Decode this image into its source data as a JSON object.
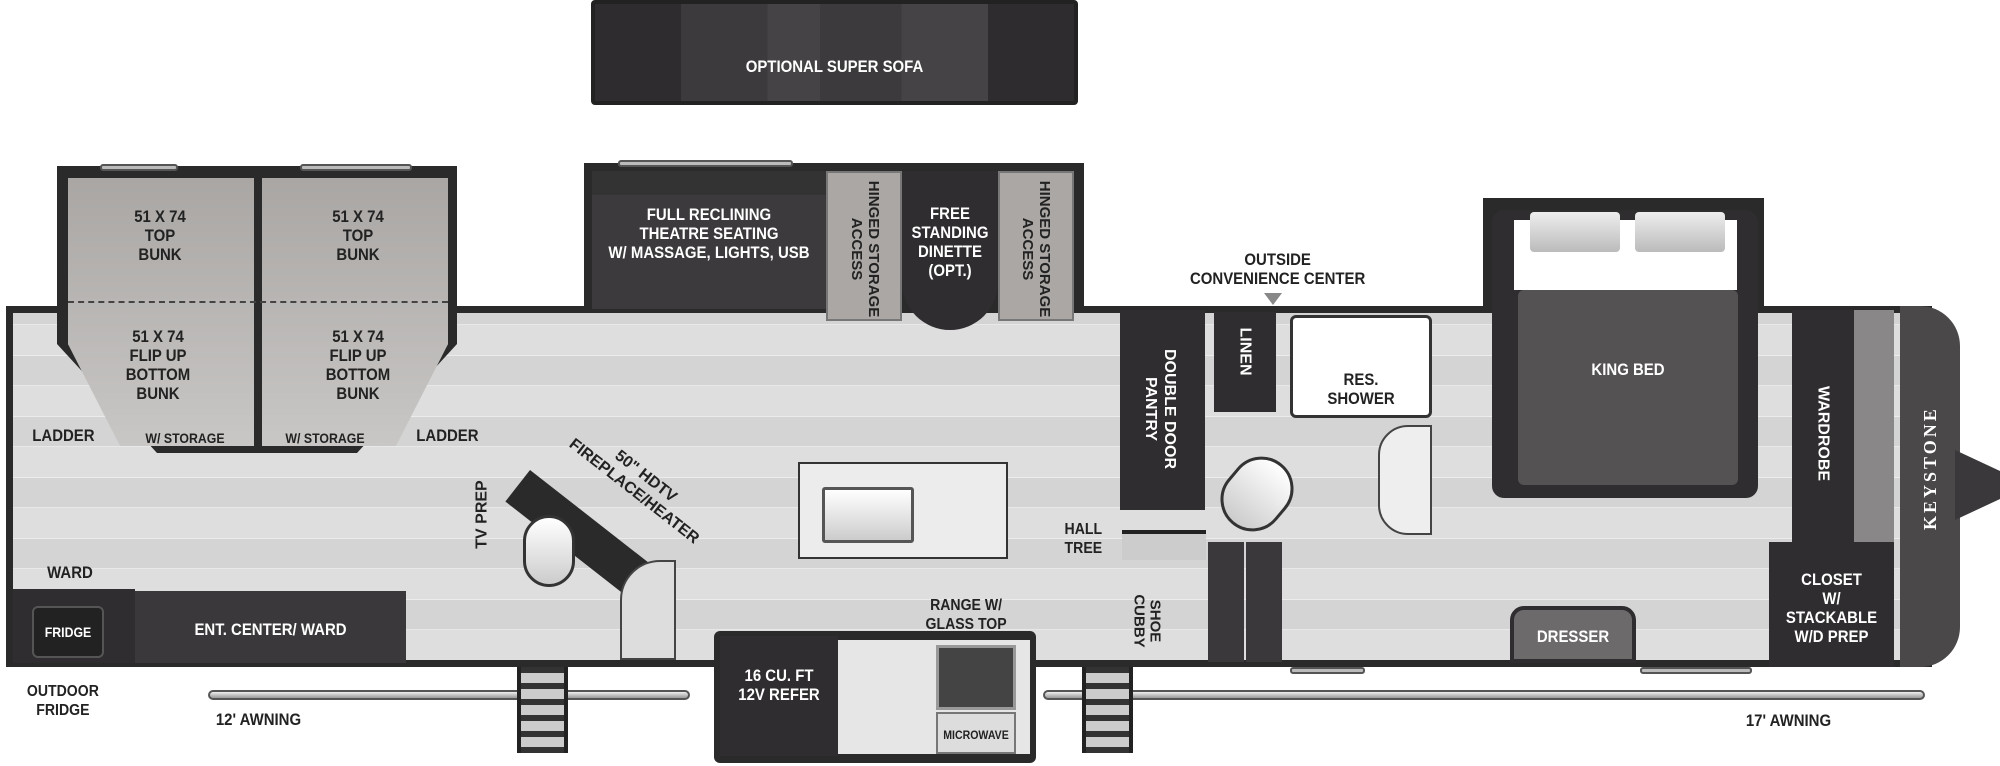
{
  "title": "Keystone RV floorplan",
  "brand": "KEYSTONE",
  "labels": {
    "sofa": "OPTIONAL SUPER SOFA",
    "top_bunk_1": "51 X 74\nTOP\nBUNK",
    "top_bunk_2": "51 X 74\nTOP\nBUNK",
    "bottom_bunk_1": "51 X 74\nFLIP UP\nBOTTOM\nBUNK",
    "bottom_bunk_2": "51 X 74\nFLIP UP\nBOTTOM\nBUNK",
    "storage_1": "W/ STORAGE",
    "storage_2": "W/ STORAGE",
    "ladder_1": "LADDER",
    "ladder_2": "LADDER",
    "theatre": "FULL RECLINING\nTHEATRE SEATING\nW/ MASSAGE, LIGHTS, USB",
    "hinged_1": "HINGED STORAGE\nACCESS",
    "hinged_2": "HINGED STORAGE\nACCESS",
    "dinette": "FREE\nSTANDING\nDINETTE\n(OPT.)",
    "tv_prep": "TV PREP",
    "fireplace": "50\" HDTV\nFIREPLACE/HEATER",
    "ward": "WARD",
    "fridge": "FRIDGE",
    "ent_center": "ENT. CENTER/ WARD",
    "outdoor_fridge": "OUTDOOR\nFRIDGE",
    "awning_12": "12' AWNING",
    "refer": "16 CU. FT\n12V REFER",
    "range": "RANGE W/\nGLASS TOP",
    "microwave": "MICROWAVE",
    "outside_cc": "OUTSIDE\nCONVENIENCE CENTER",
    "pantry": "DOUBLE DOOR\nPANTRY",
    "linen": "LINEN",
    "shower": "RES.\nSHOWER",
    "hall_tree": "HALL\nTREE",
    "shoe_cubby": "SHOE\nCUBBY",
    "king_bed": "KING BED",
    "wardrobe": "WARDROBE",
    "closet": "CLOSET\nW/\nSTACKABLE\nW/D PREP",
    "dresser": "DRESSER",
    "awning_17": "17' AWNING"
  },
  "colors": {
    "wall": "#2a2a2a",
    "furniture": "#3a383a",
    "bunk": "#aaa7a5",
    "floor": "#dedede"
  }
}
